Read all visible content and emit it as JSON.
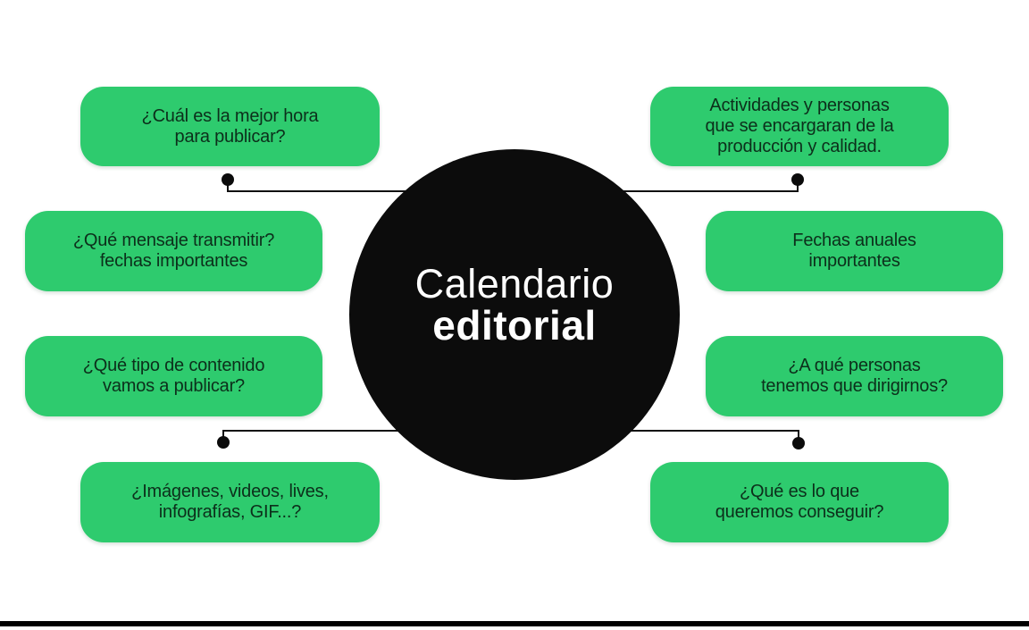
{
  "center": {
    "line1": "Calendario",
    "line2": "editorial"
  },
  "boxes": [
    {
      "id": "best-time-to-publish",
      "text": "¿Cuál es la mejor hora\npara publicar?"
    },
    {
      "id": "production-people",
      "text": "Actividades y personas\nque se encargaran de la\nproducción y calidad."
    },
    {
      "id": "message-to-transmit",
      "text": "¿Qué mensaje transmitir?\nfechas importantes"
    },
    {
      "id": "annual-dates",
      "text": "Fechas anuales\nimportantes"
    },
    {
      "id": "content-type",
      "text": "¿Qué tipo de contenido\nvamos a publicar?"
    },
    {
      "id": "target-audience",
      "text": "¿A qué personas\ntenemos que dirigirnos?"
    },
    {
      "id": "media-formats",
      "text": "¿Imágenes, videos, lives,\ninfografías, GIF...?"
    },
    {
      "id": "goals",
      "text": "¿Qué es lo que\nqueremos conseguir?"
    }
  ],
  "colors": {
    "box_green": "#2ecb6e",
    "box_text": "#0c2f1b",
    "circle_black": "#0c0c0c",
    "circle_text": "#ffffff",
    "connector": "#111111",
    "background": "#ffffff"
  }
}
